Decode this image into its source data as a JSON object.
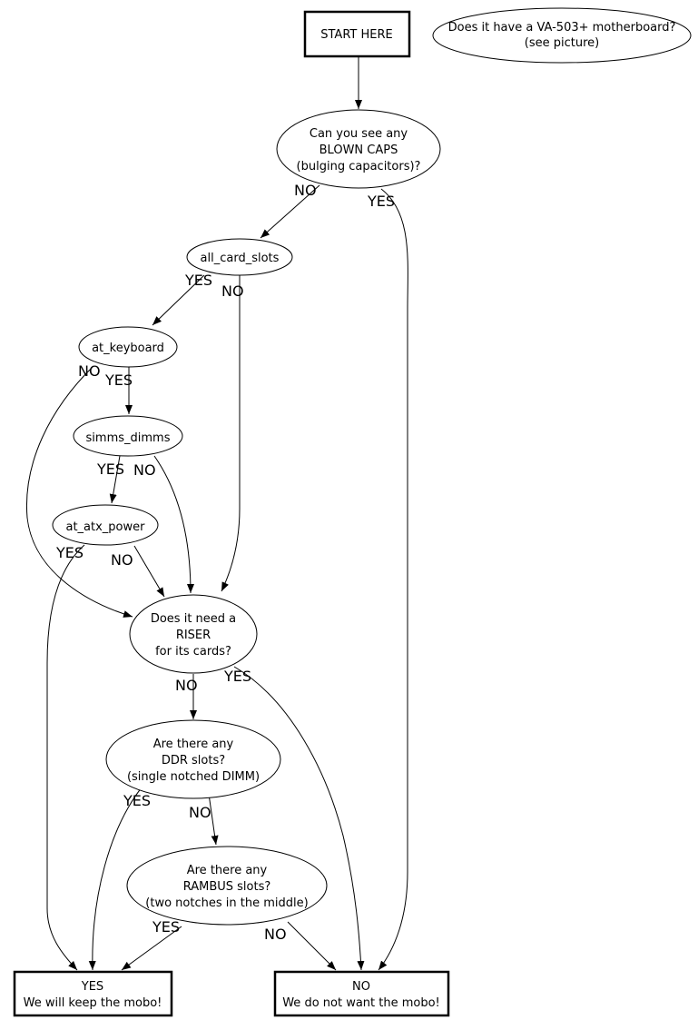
{
  "nodes": {
    "start": "START HERE",
    "va503": [
      "Does it have a VA-503+ motherboard?",
      "(see picture)"
    ],
    "blown_caps": [
      "Can you see any",
      "BLOWN CAPS",
      "(bulging capacitors)?"
    ],
    "all_card_slots": "all_card_slots",
    "at_keyboard": "at_keyboard",
    "simms_dimms": "simms_dimms",
    "at_atx_power": "at_atx_power",
    "riser": [
      "Does it need a",
      "RISER",
      "for its cards?"
    ],
    "ddr": [
      "Are there any",
      "DDR slots?",
      "(single notched DIMM)"
    ],
    "rambus": [
      "Are there any",
      "RAMBUS slots?",
      "(two notches in the middle)"
    ],
    "keep": [
      "YES",
      "We will keep the mobo!"
    ],
    "reject": [
      "NO",
      "We do not want the mobo!"
    ]
  },
  "edge_labels": {
    "caps_no": "NO",
    "caps_yes": "YES",
    "slots_yes": "YES",
    "slots_no": "NO",
    "kbd_no": "NO",
    "kbd_yes": "YES",
    "simms_yes": "YES",
    "simms_no": "NO",
    "power_yes": "YES",
    "power_no": "NO",
    "riser_no": "NO",
    "riser_yes": "YES",
    "ddr_yes": "YES",
    "ddr_no": "NO",
    "rambus_yes": "YES",
    "rambus_no": "NO"
  }
}
